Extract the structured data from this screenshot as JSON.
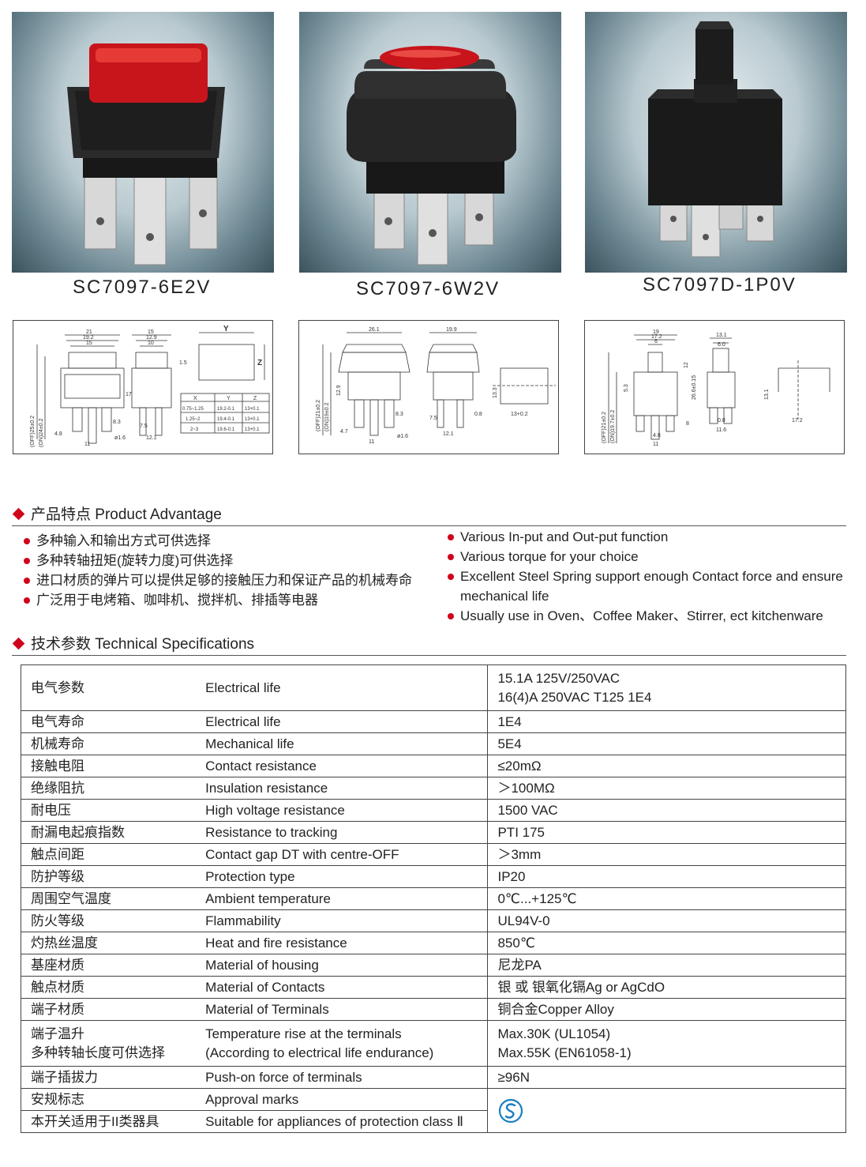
{
  "products": [
    {
      "model": "SC7097-6E2V",
      "button_color": "#c8141b"
    },
    {
      "model": "SC7097-6W2V",
      "button_color": "#c8141b"
    },
    {
      "model": "SC7097D-1P0V",
      "button_color": "#1c1c1c"
    }
  ],
  "drawings": [
    {
      "dims": [
        "21",
        "19.2",
        "15",
        "15",
        "12.9",
        "10",
        "17",
        "8.3",
        "7.5",
        "12.1",
        "11",
        "4.8",
        "ø1.6",
        "(OFF)25±0.2",
        "(ON)24±0.2",
        "1.5"
      ],
      "box_labels": {
        "y": "Y",
        "z": "Z"
      },
      "size_table": {
        "headers": [
          "X",
          "Y",
          "Z"
        ],
        "rows": [
          [
            "0.75~1.25",
            "19.2-0.1",
            "13+0.1"
          ],
          [
            "1.25~2",
            "19.4-0.1",
            "13+0.1"
          ],
          [
            "2~3",
            "19.6-0.1",
            "13+0.1"
          ]
        ]
      }
    },
    {
      "dims": [
        "26.1",
        "19.9",
        "12.9",
        "(OFF)21±0.2",
        "(ON)19±0.2",
        "8.3",
        "7.5",
        "12.1",
        "11",
        "4.7",
        "ø1.6",
        "0.8",
        "13.3",
        "13+0.2"
      ]
    },
    {
      "dims": [
        "19",
        "17.2",
        "6",
        "12",
        "13.1",
        "6.0",
        "26.6±0.15",
        "5.3",
        "(OFF)21±0.2",
        "(ON)19.7±0.2",
        "4.8",
        "11",
        "8",
        "0.8",
        "11.6",
        "13.1",
        "17.2"
      ]
    }
  ],
  "advantage": {
    "title_cn": "产品特点",
    "title_en": "Product Advantage",
    "cn_items": [
      "多种输入和输出方式可供选择",
      "多种转轴扭矩(旋转力度)可供选择",
      "进口材质的弹片可以提供足够的接触压力和保证产品的机械寿命",
      "广泛用于电烤箱、咖啡机、搅拌机、排插等电器"
    ],
    "en_items": [
      "Various In-put and Out-put function",
      "Various torque for your choice",
      "Excellent Steel Spring support enough Contact  force and ensure  mechanical life",
      "Usually use in Oven、Coffee Maker、Stirrer, ect kitchenware"
    ]
  },
  "specs": {
    "title_cn": "技术参数",
    "title_en": "Technical Specifications",
    "rows": [
      {
        "cn": "电气参数",
        "en": "Electrical life",
        "val": "15.1A 125V/250VAC",
        "val2": "16(4)A  250VAC  T125 1E4",
        "h": 58
      },
      {
        "cn": "电气寿命",
        "en": "Electrical life",
        "val": "1E4"
      },
      {
        "cn": "机械寿命",
        "en": "Mechanical life",
        "val": "5E4"
      },
      {
        "cn": "接触电阻",
        "en": "Contact resistance",
        "val": "≤20mΩ"
      },
      {
        "cn": "绝缘阻抗",
        "en": "Insulation resistance",
        "val": "＞100MΩ"
      },
      {
        "cn": "耐电压",
        "en": "High voltage resistance",
        "val": "1500 VAC"
      },
      {
        "cn": "耐漏电起痕指数",
        "en": "Resistance to tracking",
        "val": "PTI 175"
      },
      {
        "cn": "触点间距",
        "en": "Contact gap DT with centre-OFF",
        "val": "＞3mm"
      },
      {
        "cn": "防护等级",
        "en": "Protection type",
        "val": "IP20"
      },
      {
        "cn": "周围空气温度",
        "en": "Ambient temperature",
        "val": "0℃...+125℃"
      },
      {
        "cn": "防火等级",
        "en": "Flammability",
        "val": "UL94V-0"
      },
      {
        "cn": "灼热丝温度",
        "en": "Heat and fire resistance",
        "val": "850℃"
      },
      {
        "cn": "基座材质",
        "en": "Material of housing",
        "val": "尼龙PA"
      },
      {
        "cn": "触点材质",
        "en": "Material of Contacts",
        "val": "银 或 银氧化镉Ag or AgCdO"
      },
      {
        "cn": "端子材质",
        "en": "Material of Terminals",
        "val": "铜合金Copper Alloy"
      },
      {
        "cn": "端子温升",
        "cn2": "多种转轴长度可供选择",
        "en": "Temperature rise at the terminals",
        "en2": "(According to electrical life endurance)",
        "val": "Max.30K (UL1054)",
        "val2": "Max.55K (EN61058-1)",
        "h": 58
      },
      {
        "cn": "端子插拔力",
        "en": "Push-on force of terminals",
        "val": "≥96N"
      },
      {
        "cn": "安规标志",
        "en": "Approval marks",
        "val": "",
        "cert": "semko-mark-icon"
      },
      {
        "cn": "本开关适用于II类器具",
        "en": "Suitable for appliances of protection class  Ⅱ"
      }
    ]
  }
}
